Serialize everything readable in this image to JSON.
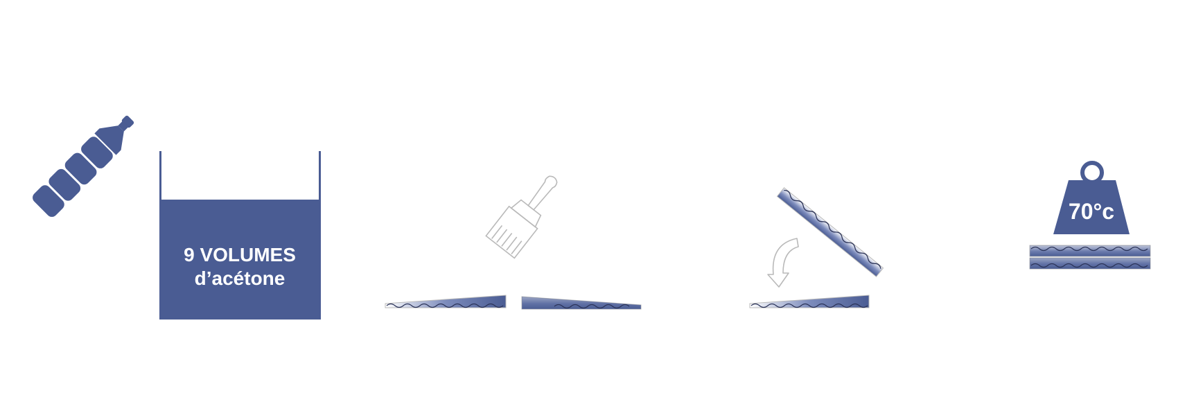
{
  "colors": {
    "primary": "#4a5c93",
    "background": "#ffffff",
    "outline": "#b9b9b9",
    "wave": "#2b3358",
    "text_on_primary": "#ffffff"
  },
  "steps": [
    {
      "icons": [
        "bottle-icon",
        "container-icon"
      ],
      "container_label_line1": "9 VOLUMES",
      "container_label_line2": "d’acétone"
    },
    {
      "icons": [
        "paintbrush-icon",
        "strip-icon",
        "strip-icon"
      ]
    },
    {
      "icons": [
        "curved-arrow-icon",
        "strip-icon",
        "strip-icon"
      ]
    },
    {
      "icons": [
        "weight-icon",
        "strip-icon",
        "strip-icon"
      ],
      "weight_label": "70°c"
    }
  ]
}
